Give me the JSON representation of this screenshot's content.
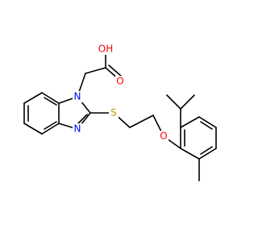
{
  "diagram": {
    "type": "chemical-structure",
    "labels": {
      "oh": "OH",
      "o_carbonyl": "O",
      "n1": "N",
      "n3": "N",
      "s": "S",
      "o_ether": "O"
    },
    "colors": {
      "bond": "#000000",
      "oxygen": "#ff0000",
      "nitrogen": "#0000ff",
      "sulfur": "#b5a000",
      "background": "#ffffff"
    }
  }
}
